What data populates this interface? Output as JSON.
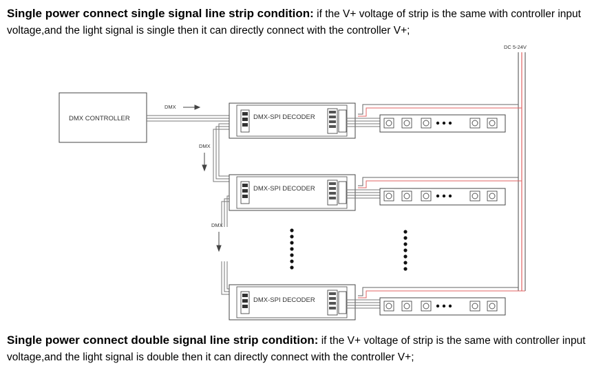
{
  "section1": {
    "heading": "Single power connect single signal line strip condition:",
    "body": " if the V+ voltage of strip is the same with controller input voltage,and the light signal is single then it can directly connect with the controller V+;"
  },
  "section2": {
    "heading": "Single power connect double signal line strip condition:",
    "body": " if the V+ voltage of strip is the same with controller input voltage,and the light signal is double then it can directly connect with the controller V+;"
  },
  "diagram": {
    "power_label": "DC 5-24V",
    "controller_label": "DMX CONTROLLER",
    "signal_label": "DMX",
    "decoder_label": "DMX-SPI DECODER",
    "colors": {
      "wire": "#666666",
      "power_wire": "#e06060",
      "line": "#444444"
    }
  }
}
